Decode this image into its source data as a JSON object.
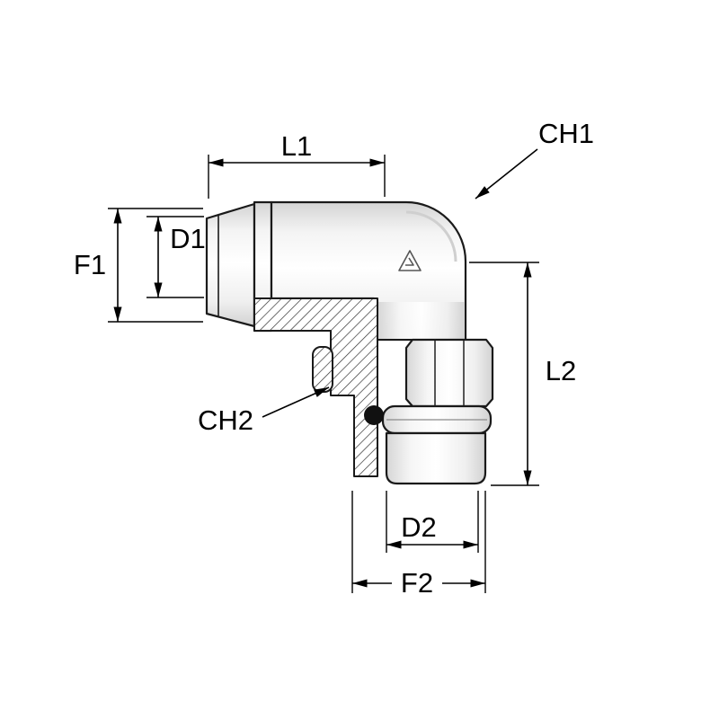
{
  "diagram": {
    "labels": {
      "l1": "L1",
      "ch1": "CH1",
      "f1": "F1",
      "d1": "D1",
      "l2": "L2",
      "ch2": "CH2",
      "d2": "D2",
      "f2": "F2"
    },
    "colors": {
      "outline": "#000000",
      "hatch": "#333333",
      "body_highlight": "#ffffff",
      "body_shadow": "#d2d2d2",
      "o_ring": "#111111",
      "background": "#ffffff"
    }
  }
}
